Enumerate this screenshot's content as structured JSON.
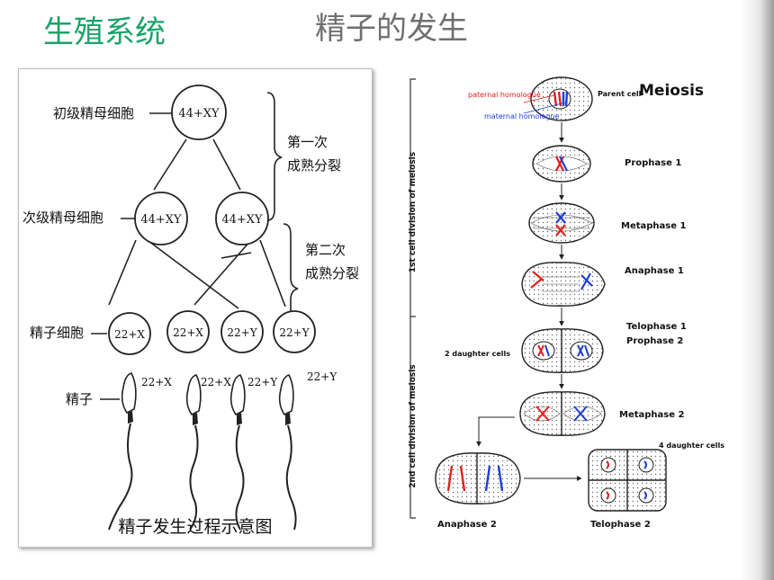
{
  "slide": {
    "title": "生殖系统",
    "subtitle": "精子的发生"
  },
  "left_diagram": {
    "labels": {
      "primary": "初级精母细胞",
      "secondary": "次级精母细胞",
      "spermatid": "精子细胞",
      "sperm": "精子",
      "first_division": [
        "第一次",
        "成熟分裂"
      ],
      "second_division": [
        "第二次",
        "成熟分裂"
      ],
      "caption": "精子发生过程示意图"
    },
    "primary_cell": "44+XY",
    "secondary_cells": [
      "44+XY",
      "44+XY"
    ],
    "spermatids": [
      "22+X",
      "22+X",
      "22+Y",
      "22+Y"
    ],
    "sperm": [
      "22+X",
      "22+X",
      "22+Y",
      "22+Y"
    ]
  },
  "right_diagram": {
    "title": "Meiosis",
    "parent": "Parent cell",
    "paternal": "paternal homologue",
    "maternal": "maternal homologue",
    "first_division": "1st cell division of meiosis",
    "second_division": "2nd cell division of meiosis",
    "stages": {
      "prophase1": "Prophase 1",
      "metaphase1": "Metaphase 1",
      "anaphase1": "Anaphase 1",
      "telophase1": "Telophase 1",
      "prophase2": "Prophase 2",
      "metaphase2": "Metaphase 2",
      "anaphase2": "Anaphase 2",
      "telophase2": "Telophase 2"
    },
    "two_daughter": "2 daughter cells",
    "four_daughter": "4 daughter cells"
  },
  "colors": {
    "title": "#1aa36a",
    "paternal": "#e0201c",
    "maternal": "#1f3fd0"
  }
}
